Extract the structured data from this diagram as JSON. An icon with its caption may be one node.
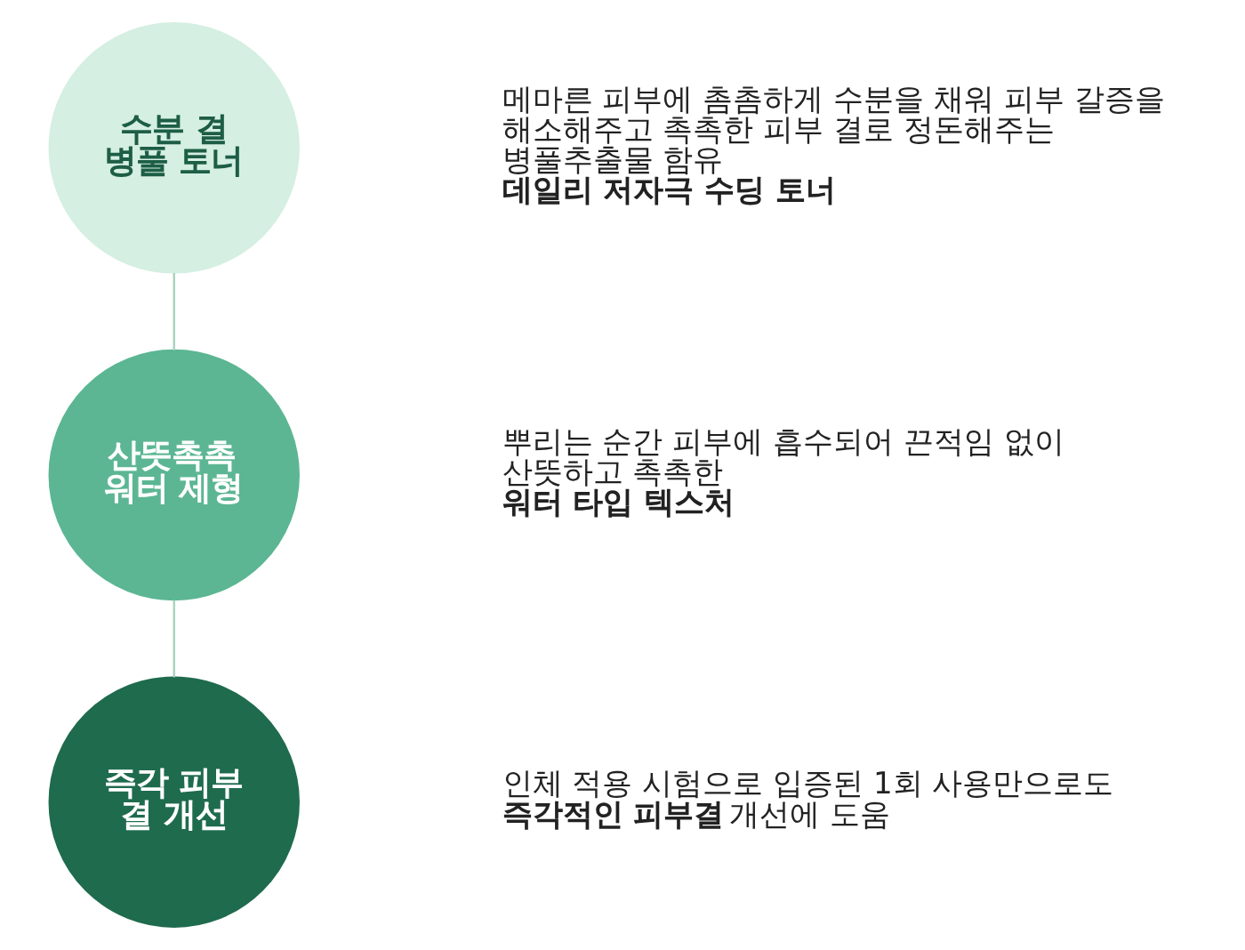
{
  "diagram": {
    "nodes": [
      {
        "text": [
          "수분 결 병풀 토너"
        ],
        "beside": [
          "메마른 피부에 촘촘하게 수분을 채워 피부 갈증을 해소해주고 촉촉한 피부 결로 정돈해주는 병풀추출물 함유",
          "**데일리 저자극 수딩 토너**"
        ]
      },
      {
        "text": [
          "산뜻촉촉 워터 제형"
        ],
        "beside": [
          "뿌리는 순간 피부에 흡수되어 끈적임 없이 산뜻하고 촉촉한",
          "**워터 타입 텍스처**"
        ]
      },
      {
        "text": [
          "즉각 피부 결 개선"
        ],
        "beside": [
          "인체 적용 시험으로 입증된 1회 사용만으로도",
          "**즉각적인 피부결** 개선에 도움"
        ]
      }
    ],
    "edges": [
      {
        "from": 0,
        "to": 1,
        "arrow": "none"
      },
      {
        "from": 1,
        "to": 2,
        "arrow": "none"
      }
    ]
  }
}
